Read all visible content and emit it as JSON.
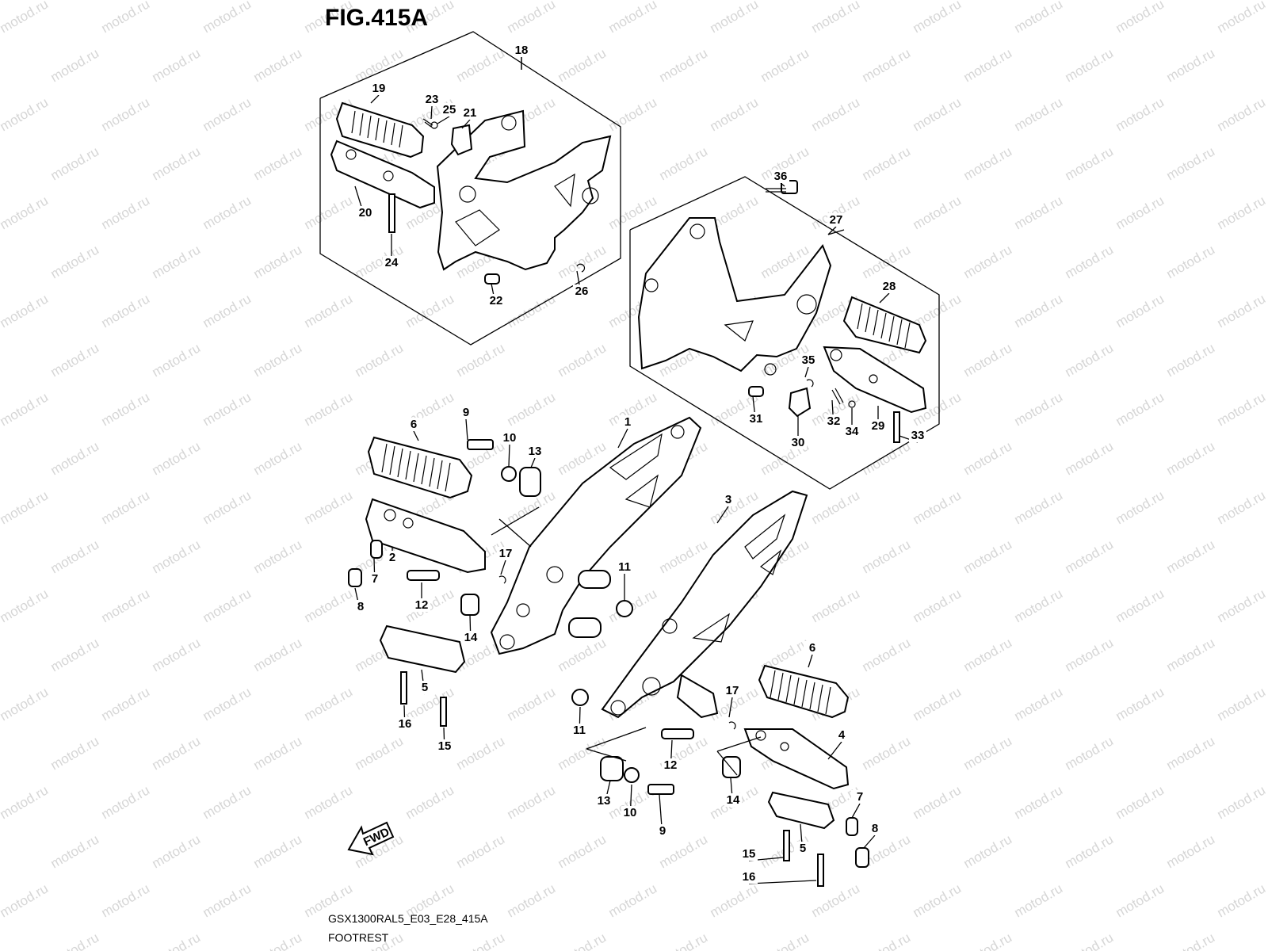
{
  "figure": {
    "title": "FIG.415A",
    "model_code": "GSX1300RAL5_E03_E28_415A",
    "section_name": "FOOTREST",
    "direction_label": "FWD",
    "watermark": "motod.ru"
  },
  "callouts": [
    {
      "id": "18",
      "text": "18"
    },
    {
      "id": "19",
      "text": "19"
    },
    {
      "id": "23",
      "text": "23"
    },
    {
      "id": "25",
      "text": "25"
    },
    {
      "id": "21",
      "text": "21"
    },
    {
      "id": "20",
      "text": "20"
    },
    {
      "id": "24",
      "text": "24"
    },
    {
      "id": "26",
      "text": "26"
    },
    {
      "id": "22",
      "text": "22"
    },
    {
      "id": "36",
      "text": "36"
    },
    {
      "id": "27",
      "text": "27"
    },
    {
      "id": "28",
      "text": "28"
    },
    {
      "id": "35",
      "text": "35"
    },
    {
      "id": "31",
      "text": "31"
    },
    {
      "id": "32",
      "text": "32"
    },
    {
      "id": "34",
      "text": "34"
    },
    {
      "id": "29",
      "text": "29"
    },
    {
      "id": "33",
      "text": "33"
    },
    {
      "id": "30",
      "text": "30"
    },
    {
      "id": "9a",
      "text": "9"
    },
    {
      "id": "6a",
      "text": "6"
    },
    {
      "id": "10a",
      "text": "10"
    },
    {
      "id": "13a",
      "text": "13"
    },
    {
      "id": "1",
      "text": "1"
    },
    {
      "id": "3",
      "text": "3"
    },
    {
      "id": "2",
      "text": "2"
    },
    {
      "id": "7a",
      "text": "7"
    },
    {
      "id": "17a",
      "text": "17"
    },
    {
      "id": "11a",
      "text": "11"
    },
    {
      "id": "8a",
      "text": "8"
    },
    {
      "id": "12a",
      "text": "12"
    },
    {
      "id": "14a",
      "text": "14"
    },
    {
      "id": "5a",
      "text": "5"
    },
    {
      "id": "16a",
      "text": "16"
    },
    {
      "id": "15a",
      "text": "15"
    },
    {
      "id": "6b",
      "text": "6"
    },
    {
      "id": "17b",
      "text": "17"
    },
    {
      "id": "11b",
      "text": "11"
    },
    {
      "id": "4",
      "text": "4"
    },
    {
      "id": "12b",
      "text": "12"
    },
    {
      "id": "14b",
      "text": "14"
    },
    {
      "id": "13b",
      "text": "13"
    },
    {
      "id": "10b",
      "text": "10"
    },
    {
      "id": "9b",
      "text": "9"
    },
    {
      "id": "7b",
      "text": "7"
    },
    {
      "id": "8b",
      "text": "8"
    },
    {
      "id": "5b",
      "text": "5"
    },
    {
      "id": "15b",
      "text": "15"
    },
    {
      "id": "16b",
      "text": "16"
    }
  ]
}
